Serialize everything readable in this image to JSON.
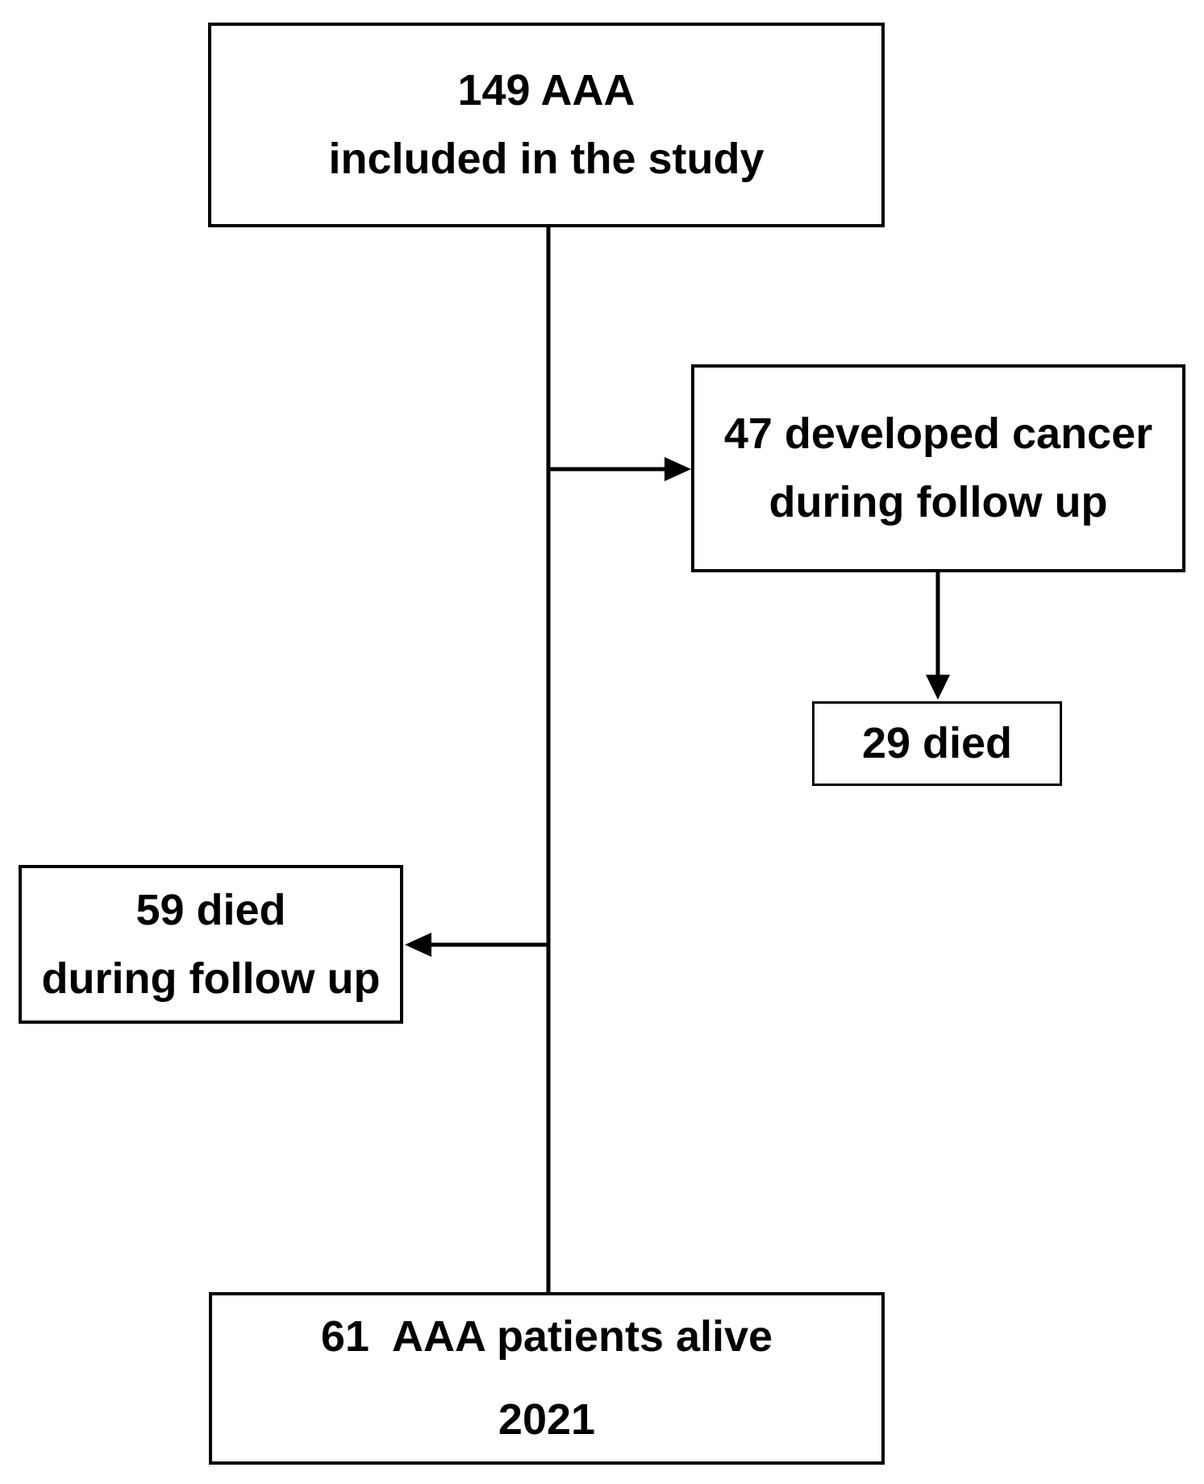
{
  "figure": {
    "background_color": "#ffffff",
    "line_color": "#000000",
    "boxes": {
      "included": {
        "line1": "149 AAA",
        "line2": "included in the study"
      },
      "cancer": {
        "line1": "47 developed cancer",
        "line2": "during follow up"
      },
      "died_cancer": {
        "line1": "29 died"
      },
      "died_followup": {
        "line1": "59 died",
        "line2": "during follow up"
      },
      "alive": {
        "line1": "61  AAA patients alive",
        "line2": "2021"
      }
    }
  }
}
